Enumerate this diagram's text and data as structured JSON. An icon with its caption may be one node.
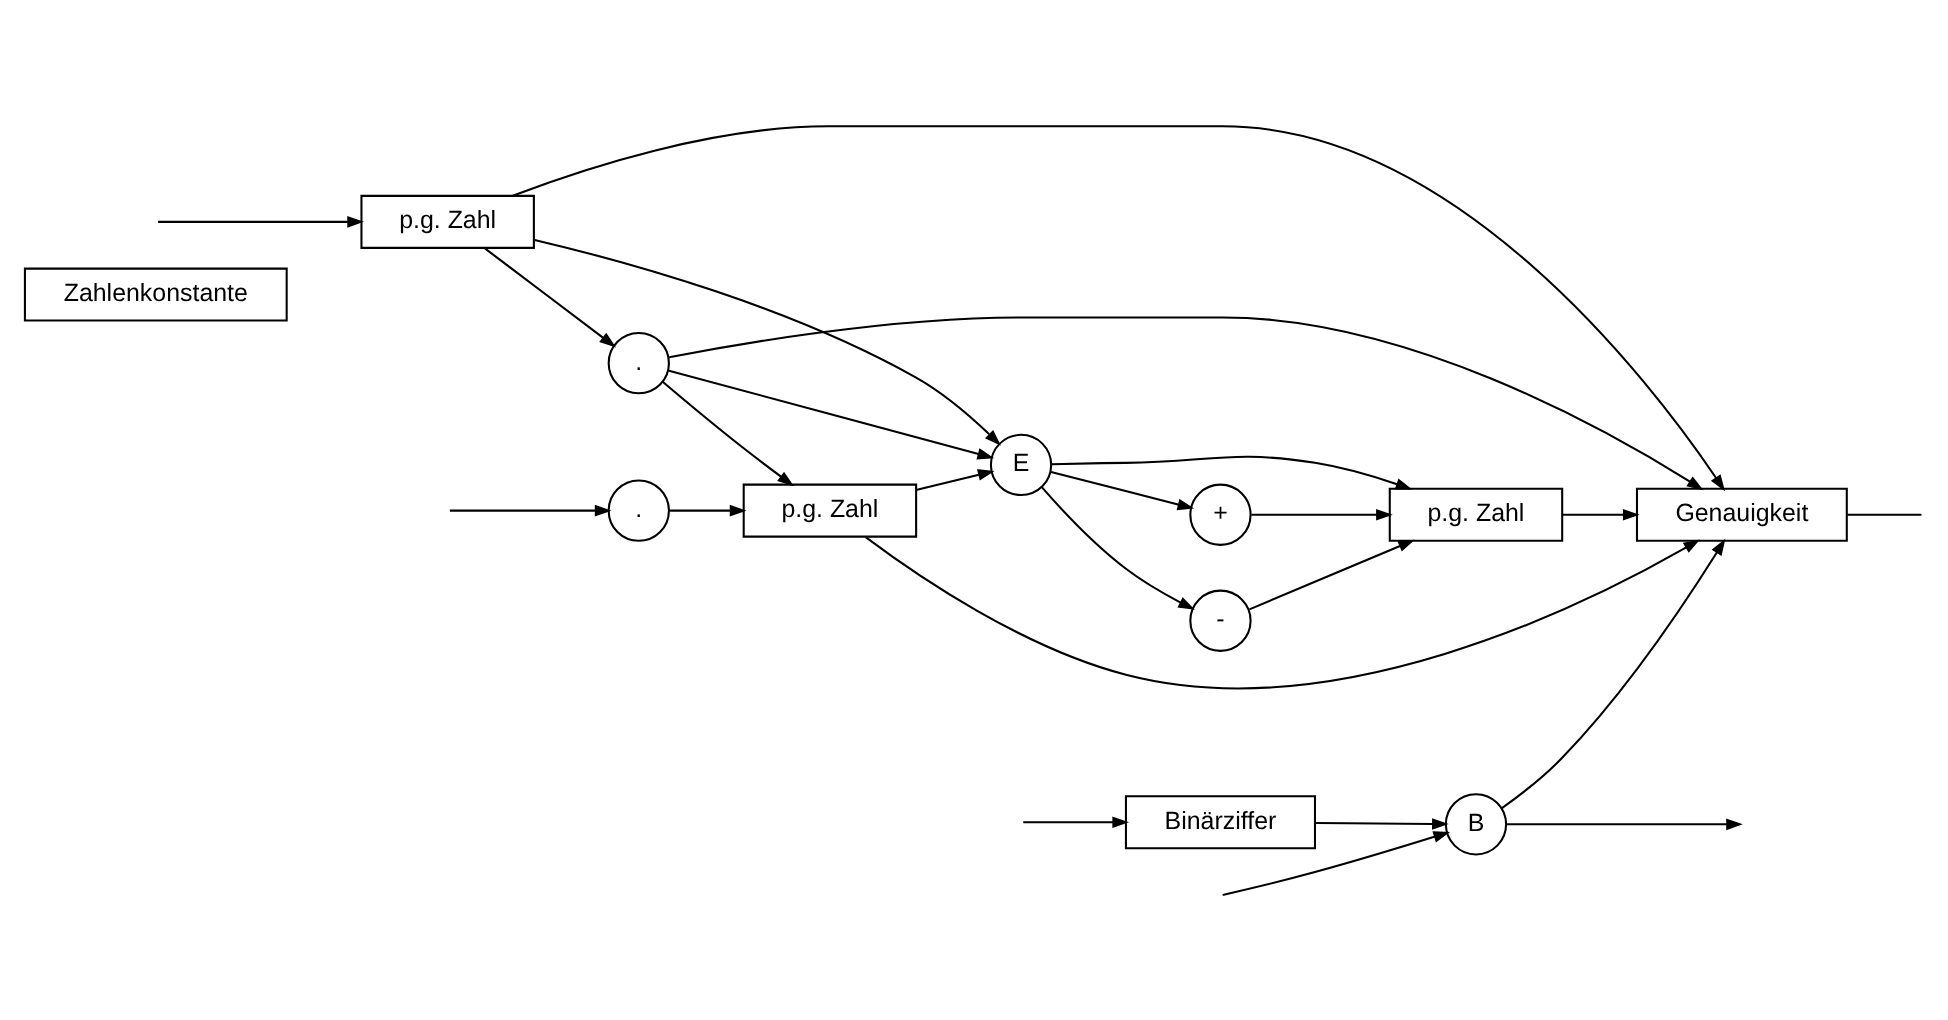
{
  "diagram": {
    "nodes": [
      {
        "text": [
          "Zahlenkonstante"
        ]
      },
      {
        "text": [
          "p.g. Zahl"
        ]
      },
      {
        "text": [
          "."
        ]
      },
      {
        "text": [
          "p.g. Zahl"
        ]
      },
      {
        "text": [
          "."
        ]
      },
      {
        "text": [
          "E"
        ]
      },
      {
        "text": [
          "+"
        ]
      },
      {
        "text": [
          "-"
        ]
      },
      {
        "text": [
          "p.g. Zahl"
        ]
      },
      {
        "text": [
          "Binärziffer"
        ]
      },
      {
        "text": [
          "B"
        ]
      },
      {
        "text": [
          "Genauigkeit"
        ]
      }
    ],
    "edges": [
      {
        "from": null,
        "to": 1,
        "arrow": "to"
      },
      {
        "from": null,
        "to": 4,
        "arrow": "to"
      },
      {
        "from": null,
        "to": 9,
        "arrow": "to"
      },
      {
        "from": null,
        "to": 10,
        "arrow": "to"
      },
      {
        "from": 1,
        "to": 2,
        "arrow": "to"
      },
      {
        "from": 1,
        "to": 5,
        "arrow": "to"
      },
      {
        "from": 1,
        "to": 11,
        "arrow": "to"
      },
      {
        "from": 2,
        "to": 3,
        "arrow": "to"
      },
      {
        "from": 2,
        "to": 5,
        "arrow": "to"
      },
      {
        "from": 2,
        "to": 11,
        "arrow": "to"
      },
      {
        "from": 4,
        "to": 3,
        "arrow": "to"
      },
      {
        "from": 3,
        "to": 5,
        "arrow": "to"
      },
      {
        "from": 3,
        "to": 11,
        "arrow": "to"
      },
      {
        "from": 5,
        "to": 6,
        "arrow": "to"
      },
      {
        "from": 5,
        "to": 8,
        "arrow": "to"
      },
      {
        "from": 5,
        "to": 7,
        "arrow": "to"
      },
      {
        "from": 6,
        "to": 8,
        "arrow": "to"
      },
      {
        "from": 7,
        "to": 8,
        "arrow": "to"
      },
      {
        "from": 8,
        "to": 11,
        "arrow": "to"
      },
      {
        "from": 9,
        "to": 10,
        "arrow": "to"
      },
      {
        "from": 10,
        "to": 11,
        "arrow": "to"
      },
      {
        "from": 11,
        "to": null,
        "arrow": "none"
      },
      {
        "from": 10,
        "to": null,
        "arrow": "to"
      }
    ]
  }
}
